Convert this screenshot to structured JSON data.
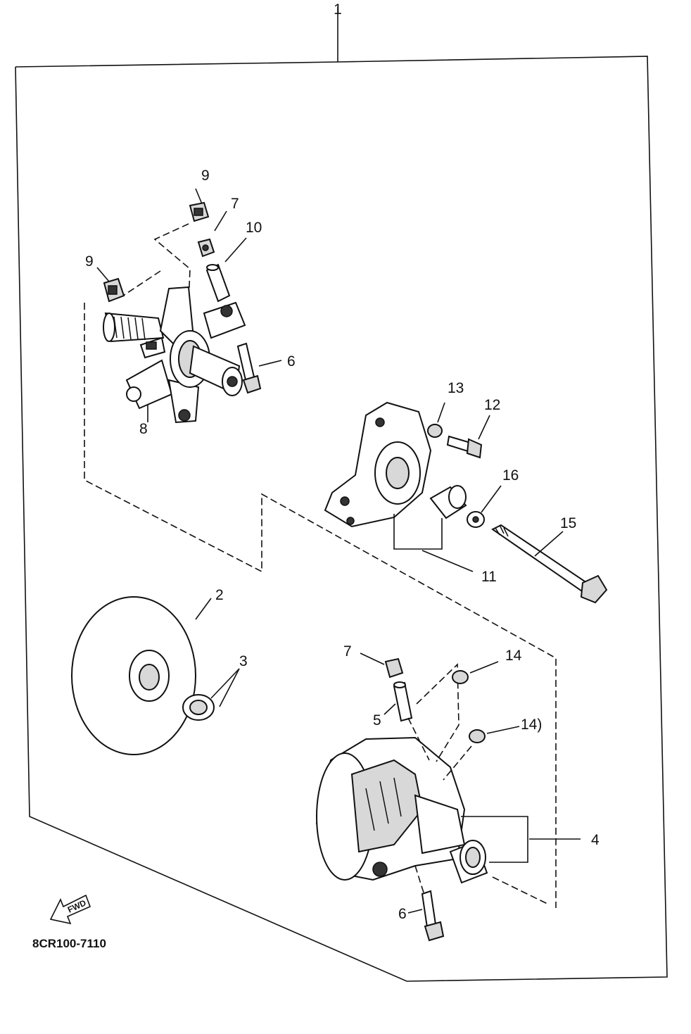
{
  "diagram": {
    "callouts": {
      "c1": "1",
      "c2": "2",
      "c3": "3",
      "c4": "4",
      "c5": "5",
      "c6a": "6",
      "c6b": "6",
      "c7a": "7",
      "c7b": "7",
      "c8": "8",
      "c9a": "9",
      "c9b": "9",
      "c10": "10",
      "c11": "11",
      "c12": "12",
      "c13": "13",
      "c14a": "14",
      "c14b": "14)",
      "c15": "15",
      "c16": "16"
    },
    "part_code": "8CR100-7110",
    "fwd_label": "FWD"
  }
}
